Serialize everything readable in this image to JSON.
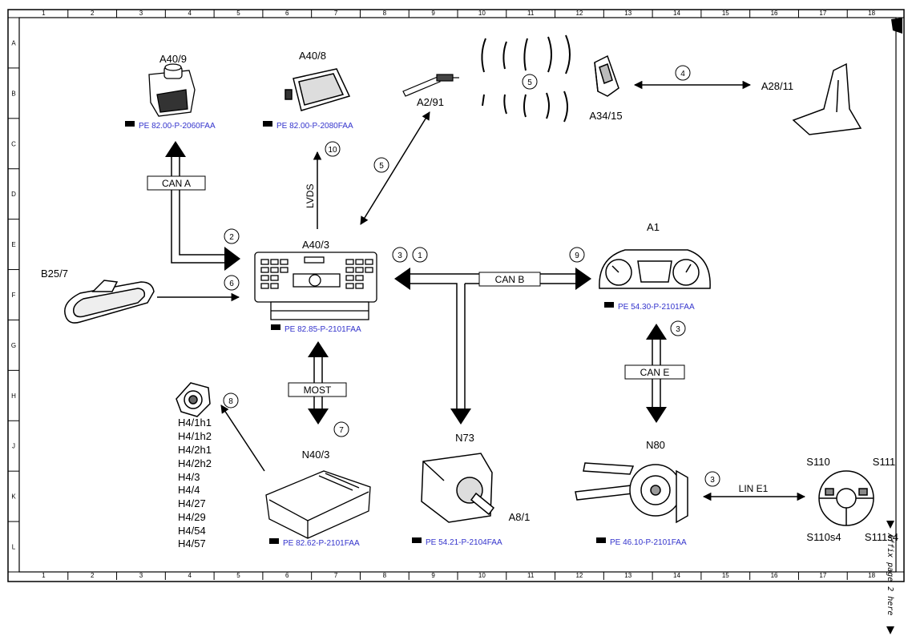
{
  "grid": {
    "columns": [
      "1",
      "2",
      "3",
      "4",
      "5",
      "6",
      "7",
      "8",
      "9",
      "10",
      "11",
      "12",
      "13",
      "14",
      "15",
      "16",
      "17",
      "18"
    ],
    "rows": [
      "A",
      "B",
      "C",
      "D",
      "E",
      "F",
      "G",
      "H",
      "J",
      "K",
      "L"
    ]
  },
  "components": {
    "a40_9": "A40/9",
    "a40_8": "A40/8",
    "a2_91": "A2/91",
    "a34_15": "A34/15",
    "a28_11": "A28/11",
    "a40_3": "A40/3",
    "b25_7": "B25/7",
    "a1": "A1",
    "n73": "N73",
    "a8_1": "A8/1",
    "n80": "N80",
    "n40_3": "N40/3",
    "s110": "S110",
    "s111": "S111",
    "s110s4": "S110s4",
    "s111s4": "S111s4"
  },
  "speakers": [
    "H4/1h1",
    "H4/1h2",
    "H4/2h1",
    "H4/2h2",
    "H4/3",
    "H4/4",
    "H4/27",
    "H4/29",
    "H4/54",
    "H4/57"
  ],
  "references": {
    "a40_9": "PE 82.00-P-2060FAA",
    "a40_8": "PE 82.00-P-2080FAA",
    "a40_3": "PE 82.85-P-2101FAA",
    "a1": "PE 54.30-P-2101FAA",
    "n40_3": "PE 82.62-P-2101FAA",
    "n73": "PE 54.21-P-2104FAA",
    "n80": "PE 46.10-P-2101FAA"
  },
  "buses": {
    "can_a": "CAN A",
    "can_b": "CAN B",
    "can_e": "CAN E",
    "most": "MOST",
    "lvds": "LVDS",
    "lin_e1": "LIN E1"
  },
  "signals": {
    "s_can_a": "2",
    "s_lvds": "10",
    "s_a291": "5",
    "s_wave": "5",
    "s_a2811": "4",
    "s_a403_left": "3",
    "s_a403_right": "1",
    "s_a1": "9",
    "s_b257": "6",
    "s_can_e": "3",
    "s_speakers": "8",
    "s_most": "7",
    "s_lin": "3"
  },
  "paste_note": "Affix page 2 here",
  "colors": {
    "line": "#000000",
    "reference": "#3333cc"
  }
}
